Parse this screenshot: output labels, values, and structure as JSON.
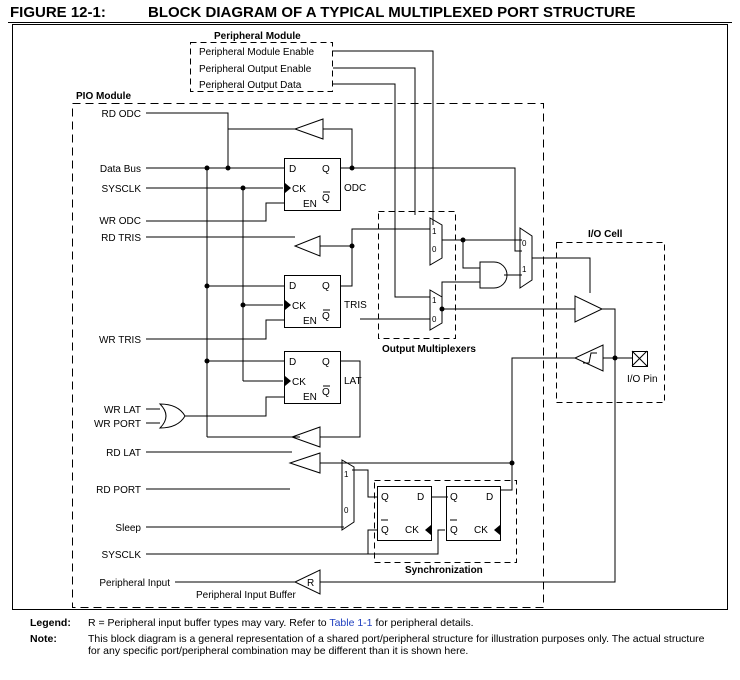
{
  "figure": {
    "number": "FIGURE 12-1:",
    "title": "BLOCK DIAGRAM OF A TYPICAL MULTIPLEXED PORT STRUCTURE"
  },
  "modules": {
    "peripheral_module": "Peripheral Module",
    "pio_module": "PIO Module",
    "io_cell": "I/O Cell",
    "output_multiplexers": "Output Multiplexers",
    "synchronization": "Synchronization"
  },
  "peripheral_signals": {
    "module_enable": "Peripheral Module Enable",
    "output_enable": "Peripheral Output Enable",
    "output_data": "Peripheral Output Data"
  },
  "signals": {
    "rd_odc": "RD ODC",
    "data_bus": "Data Bus",
    "sysclk": "SYSCLK",
    "wr_odc": "WR ODC",
    "rd_tris": "RD TRIS",
    "wr_tris": "WR TRIS",
    "wr_lat": "WR LAT",
    "wr_port": "WR PORT",
    "rd_lat": "RD LAT",
    "rd_port": "RD PORT",
    "sleep": "Sleep",
    "sysclk2": "SYSCLK",
    "peripheral_input": "Peripheral Input",
    "peripheral_input_buffer": "Peripheral Input Buffer",
    "io_pin": "I/O Pin",
    "buffer_r": "R"
  },
  "registers": {
    "odc": "ODC",
    "tris": "TRIS",
    "lat": "LAT",
    "d": "D",
    "q": "Q",
    "ck": "CK",
    "en": "EN"
  },
  "mux": {
    "one": "1",
    "zero": "0"
  },
  "legend": {
    "label": "Legend:",
    "text_before": "R = Peripheral input buffer types may vary. Refer to ",
    "link": "Table 1-1",
    "text_after": " for peripheral details."
  },
  "note": {
    "label": "Note:",
    "line1": "This block diagram is a general representation of a shared port/peripheral structure for illustration purposes only. The actual structure",
    "line2": "for any specific port/peripheral combination may be different than it is shown here."
  }
}
